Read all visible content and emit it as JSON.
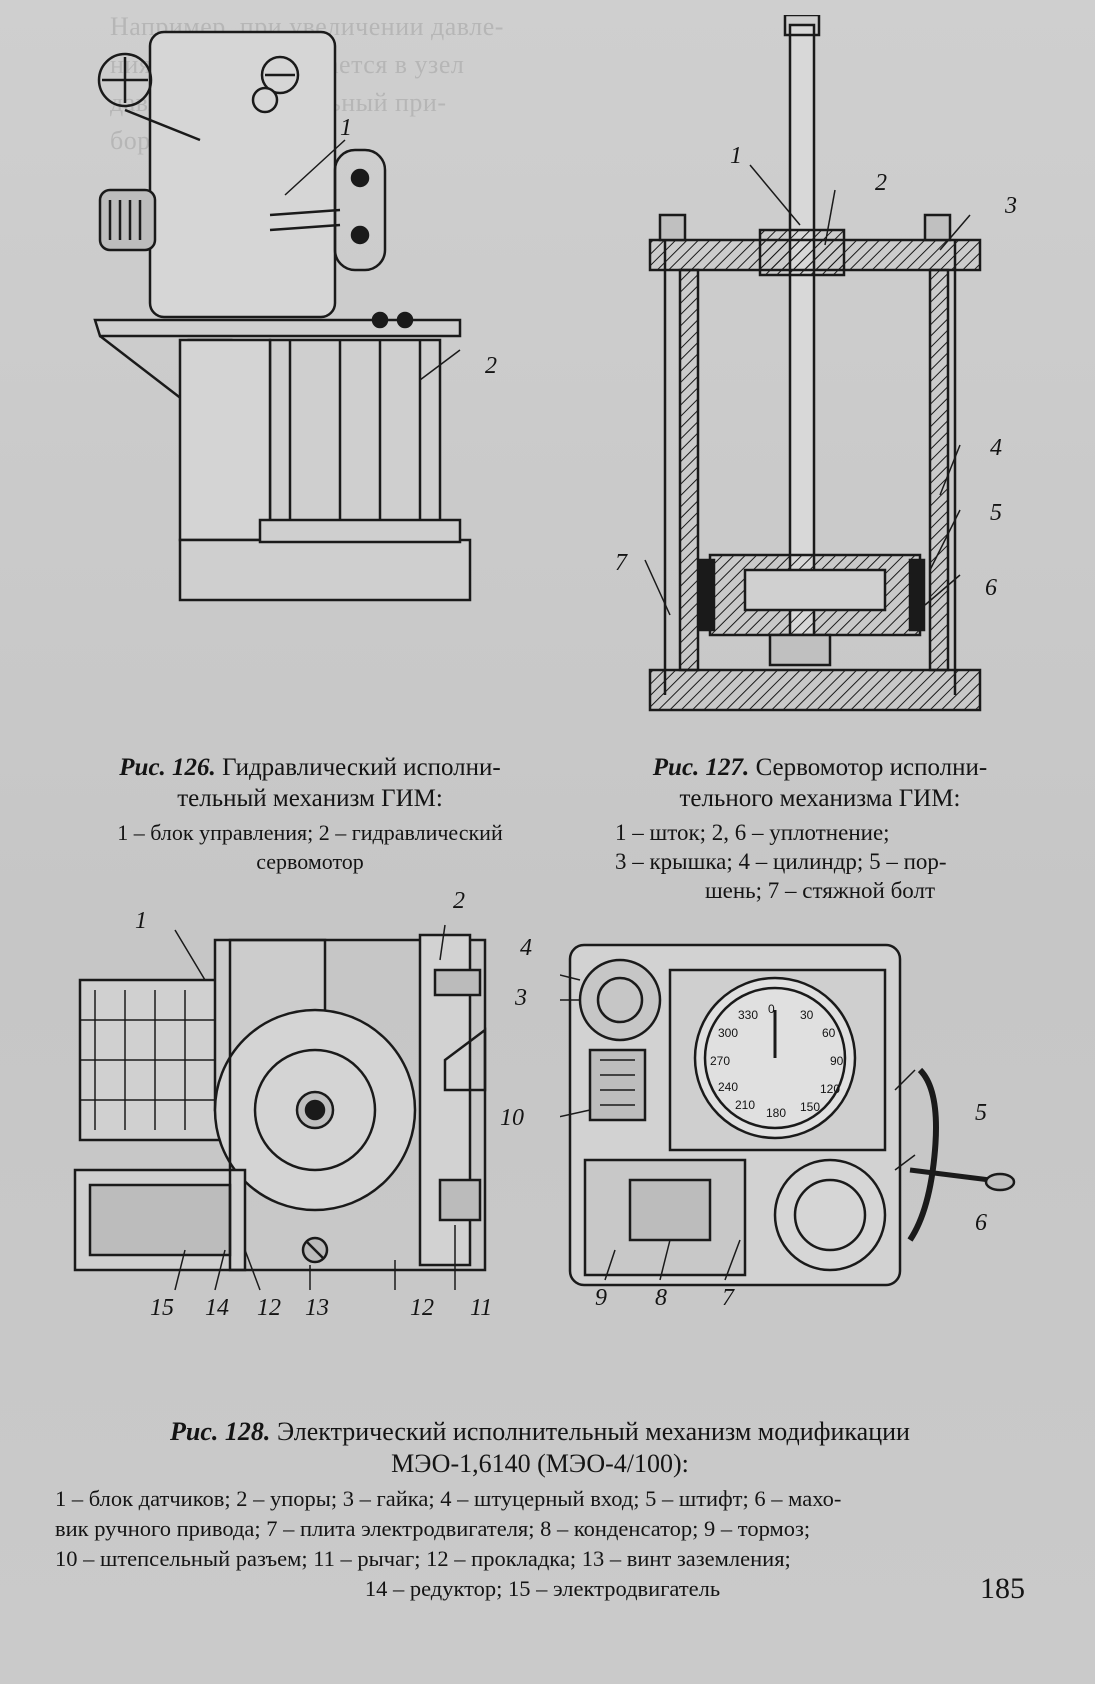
{
  "fig126": {
    "caption_label": "Рис. 126.",
    "caption_line1": "Гидравлический исполни-",
    "caption_line2": "тельный механизм ГИМ:",
    "legend_line1": "1 – блок управления; 2 – гидравлический",
    "legend_line2": "сервомотор",
    "callouts": [
      "1",
      "2"
    ]
  },
  "fig127": {
    "caption_label": "Рис. 127.",
    "caption_line1": "Сервомотор исполни-",
    "caption_line2": "тельного механизма ГИМ:",
    "legend_line1": "1 – шток; 2, 6 – уплотнение;",
    "legend_line2": "3 – крышка; 4 – цилиндр; 5 – пор-",
    "legend_line3": "шень; 7 – стяжной болт",
    "callouts": [
      "1",
      "2",
      "3",
      "4",
      "5",
      "6",
      "7"
    ]
  },
  "fig128": {
    "caption_label": "Рис. 128.",
    "caption_line1": "Электрический исполнительный механизм модификации",
    "caption_line2": "МЭО-1,6140 (МЭО-4/100):",
    "legend_line1": "1 – блок датчиков; 2 – упоры; 3 – гайка; 4 – штуцерный вход; 5 – штифт; 6 – махо-",
    "legend_line2": "вик ручного привода; 7 – плита электродвигателя; 8 – конденсатор; 9 – тормоз;",
    "legend_line3": "10 – штепсельный разъем; 11 – рычаг; 12 – прокладка; 13 – винт заземления;",
    "legend_line4": "14 – редуктор; 15 – электродвигатель",
    "callouts_left": [
      "1",
      "2",
      "15",
      "14",
      "12",
      "13",
      "12",
      "11"
    ],
    "callouts_right": [
      "4",
      "3",
      "10",
      "5",
      "6",
      "9",
      "8",
      "7"
    ],
    "dial_numbers": [
      "0",
      "30",
      "60",
      "90",
      "120",
      "150",
      "180",
      "210",
      "240",
      "270",
      "300",
      "330"
    ]
  },
  "page_number": "185"
}
